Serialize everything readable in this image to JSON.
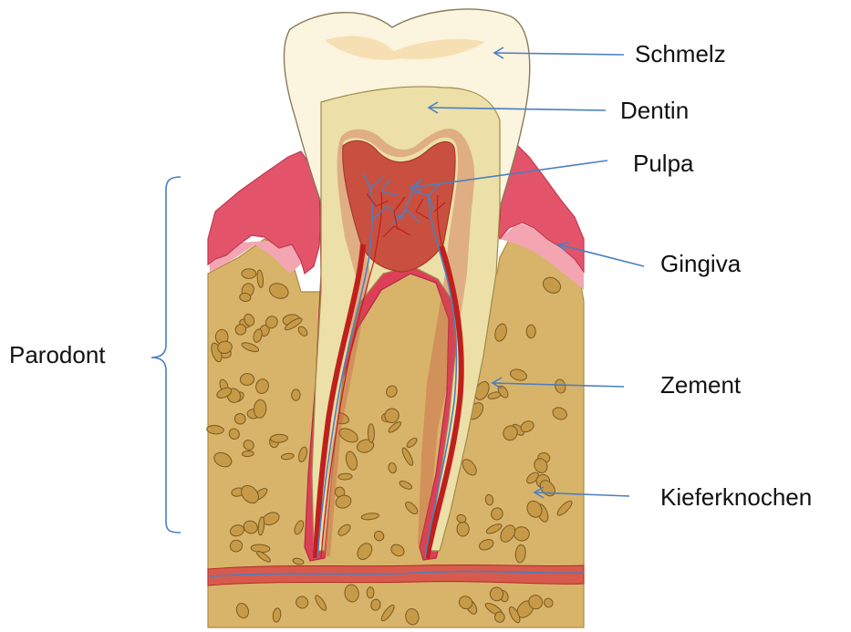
{
  "labels": {
    "enamel": "Schmelz",
    "dentin": "Dentin",
    "pulp": "Pulpa",
    "gingiva": "Gingiva",
    "cementum": "Zement",
    "jawbone": "Kieferknochen",
    "periodontium": "Parodont"
  },
  "colors": {
    "bone": "#d8b46a",
    "bone_holes": "#a87a2e",
    "gum": "#e3546a",
    "gum_light": "#f3a6b2",
    "enamel": "#fbf4de",
    "dentin": "#ece0a8",
    "cementum": "#de3f58",
    "pulp": "#c9503e",
    "vessel_red": "#c0201c",
    "vessel_blue": "#4a7fc1",
    "arrow": "#4a7fc1"
  }
}
